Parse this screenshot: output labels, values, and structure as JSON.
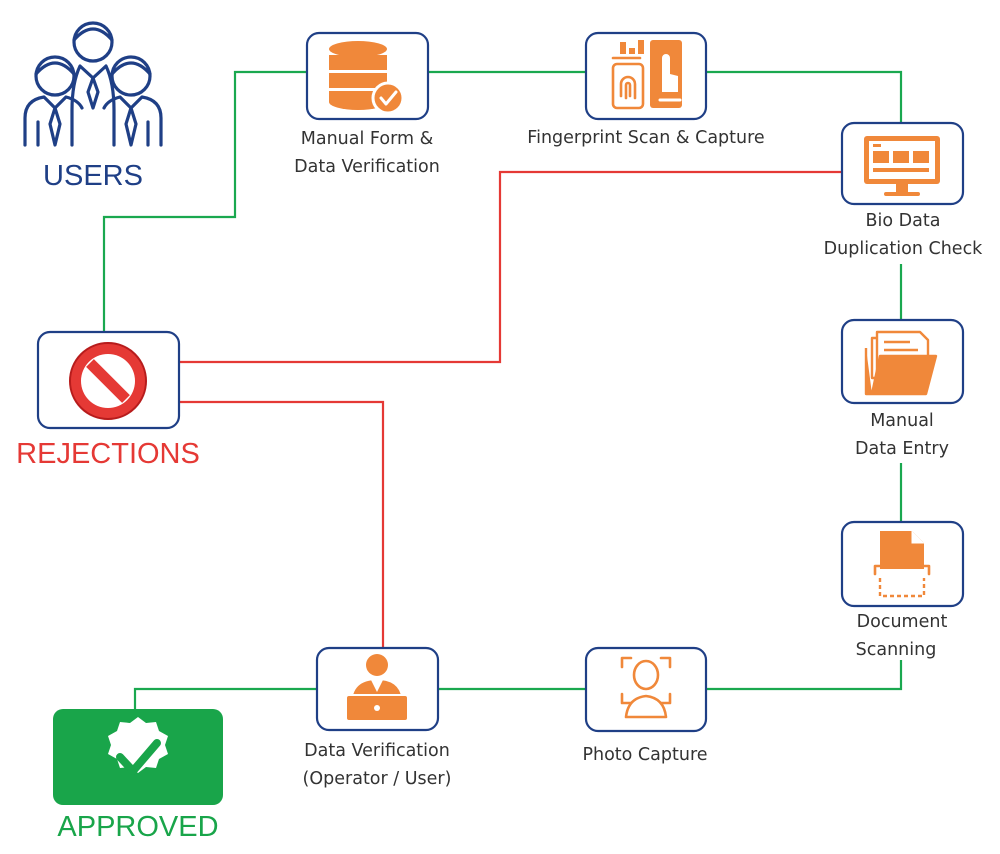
{
  "colors": {
    "flow_line": "#1aa84f",
    "rejection_line": "#e53935",
    "box_border": "#1f3f86",
    "icon_orange": "#f0883a",
    "users_blue": "#1f3f86",
    "rejections_red": "#e53935",
    "approved_green": "#19a54a"
  },
  "nodes": {
    "users": {
      "label": "USERS",
      "icon": "users-group-icon"
    },
    "rejections": {
      "label": "REJECTIONS",
      "icon": "prohibited-icon"
    },
    "approved": {
      "label": "APPROVED",
      "icon": "check-badge-icon"
    },
    "manual_form": {
      "line1": "Manual Form &",
      "line2": "Data Verification",
      "icon": "database-check-icon"
    },
    "fingerprint": {
      "line1": "Fingerprint Scan & Capture",
      "icon": "fingerprint-scan-icon"
    },
    "bio_data": {
      "line1": "Bio Data",
      "line2": "Duplication Check",
      "icon": "monitor-dashboard-icon"
    },
    "manual_entry": {
      "line1": "Manual",
      "line2": "Data Entry",
      "icon": "folder-documents-icon"
    },
    "document_scanning": {
      "line1": "Document",
      "line2": "Scanning",
      "icon": "document-scanner-icon"
    },
    "photo_capture": {
      "line1": "Photo Capture",
      "icon": "face-frame-icon"
    },
    "data_verification": {
      "line1": "Data Verification",
      "line2": "(Operator / User)",
      "icon": "operator-laptop-icon"
    }
  }
}
